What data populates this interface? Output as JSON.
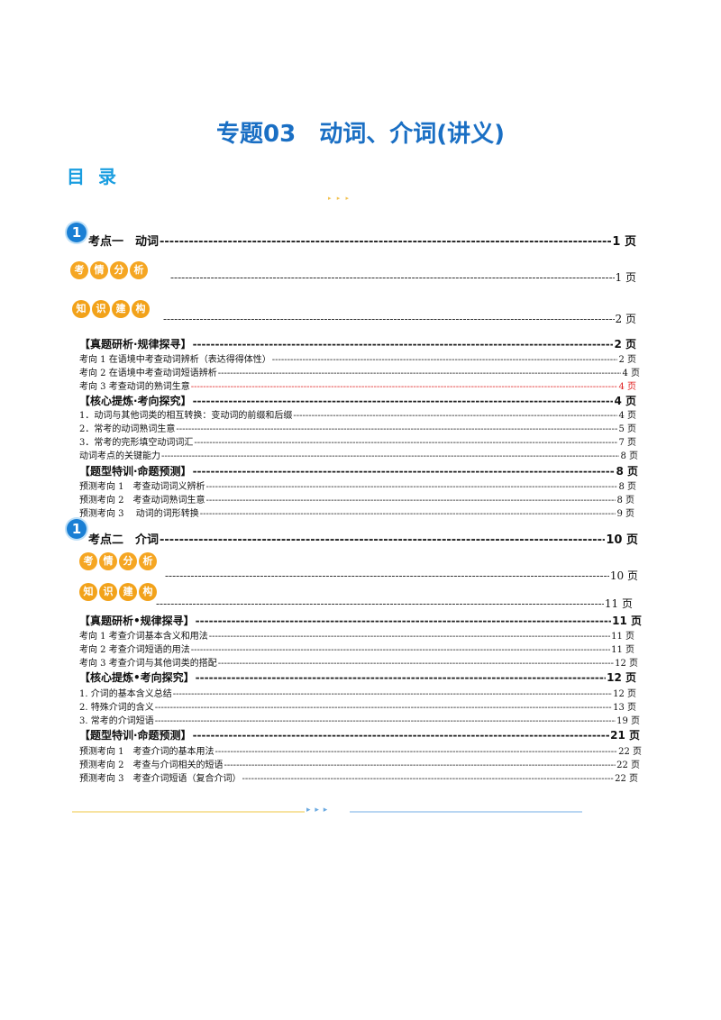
{
  "title": "专题03　动词、介词(讲义)",
  "toc_heading": "目 录",
  "decor_arrows": "▸ ▸ ▸",
  "sections": [
    {
      "circle": "1",
      "heading": "考点一　动词",
      "page": "1 页",
      "badge_analysis": [
        "考",
        "情",
        "分",
        "析"
      ],
      "badge_analysis_page": "1 页",
      "badge_knowledge": [
        "知",
        "识",
        "建",
        "构"
      ],
      "badge_knowledge_page": "2 页",
      "groups": [
        {
          "title": "【真题研析·规律探寻】",
          "page": "2 页",
          "items": [
            {
              "label": "考向 1 在语境中考查动词辨析（表达得得体性）",
              "page": "2 页"
            },
            {
              "label": "考向 2 在语境中考查动词短语辨析",
              "page": "4 页"
            },
            {
              "label": "考向 3 考查动词的熟词生意",
              "page": "4 页"
            }
          ]
        },
        {
          "title": "【核心提炼·考向探究】",
          "page": "4 页",
          "items": [
            {
              "label": "1．动词与其他词类的相互转换：变动词的前缀和后缀",
              "page": "4 页"
            },
            {
              "label": "2．常考的动词熟词生意",
              "page": "5 页"
            },
            {
              "label": "3．常考的完形填空动词词汇",
              "page": "7 页"
            },
            {
              "label": "动词考点的关键能力",
              "page": "8 页"
            }
          ]
        },
        {
          "title": "【题型特训·命题预测】",
          "page": "8 页",
          "items": [
            {
              "label": "预测考向 1　考查动词词义辨析",
              "page": "8 页"
            },
            {
              "label": "预测考向 2　考查动词熟词生意",
              "page": "8 页"
            },
            {
              "label": "预测考向 3　 动词的词形转换",
              "page": "9 页"
            }
          ]
        }
      ]
    },
    {
      "circle": "1",
      "heading": "考点二　介词",
      "page": "10 页",
      "badge_analysis": [
        "考",
        "情",
        "分",
        "析"
      ],
      "badge_analysis_page": "10 页",
      "badge_knowledge": [
        "知",
        "识",
        "建",
        "构"
      ],
      "badge_knowledge_page": "11 页",
      "groups": [
        {
          "title": "【真题研析•规律探寻】",
          "page": "11 页",
          "items": [
            {
              "label": "考向 1 考查介词基本含义和用法",
              "page": "11 页"
            },
            {
              "label": "考向 2 考查介词短语的用法",
              "page": "11 页"
            },
            {
              "label": "考向 3 考查介词与其他词类的搭配",
              "page": "12 页"
            }
          ]
        },
        {
          "title": "【核心提炼•考向探究】",
          "page": "12 页",
          "items": [
            {
              "label": "1. 介词的基本含义总结",
              "page": "12 页"
            },
            {
              "label": "2. 特殊介词的含义",
              "page": "13 页"
            },
            {
              "label": "3. 常考的介词短语",
              "page": "19 页"
            }
          ]
        },
        {
          "title": "【题型特训·命题预测】",
          "page": "21 页",
          "items": [
            {
              "label": "预测考向 1　考查介词的基本用法",
              "page": "22 页"
            },
            {
              "label": "预测考向 2　考查与介词相关的短语",
              "page": "22 页"
            },
            {
              "label": "预测考向 3　考查介词短语（复合介词）",
              "page": "22 页"
            }
          ]
        }
      ]
    }
  ],
  "colors": {
    "title": "#1a6fc4",
    "toc_heading": "#1a9ee0",
    "badge": "#f5a623",
    "highlight": "#e02020"
  }
}
